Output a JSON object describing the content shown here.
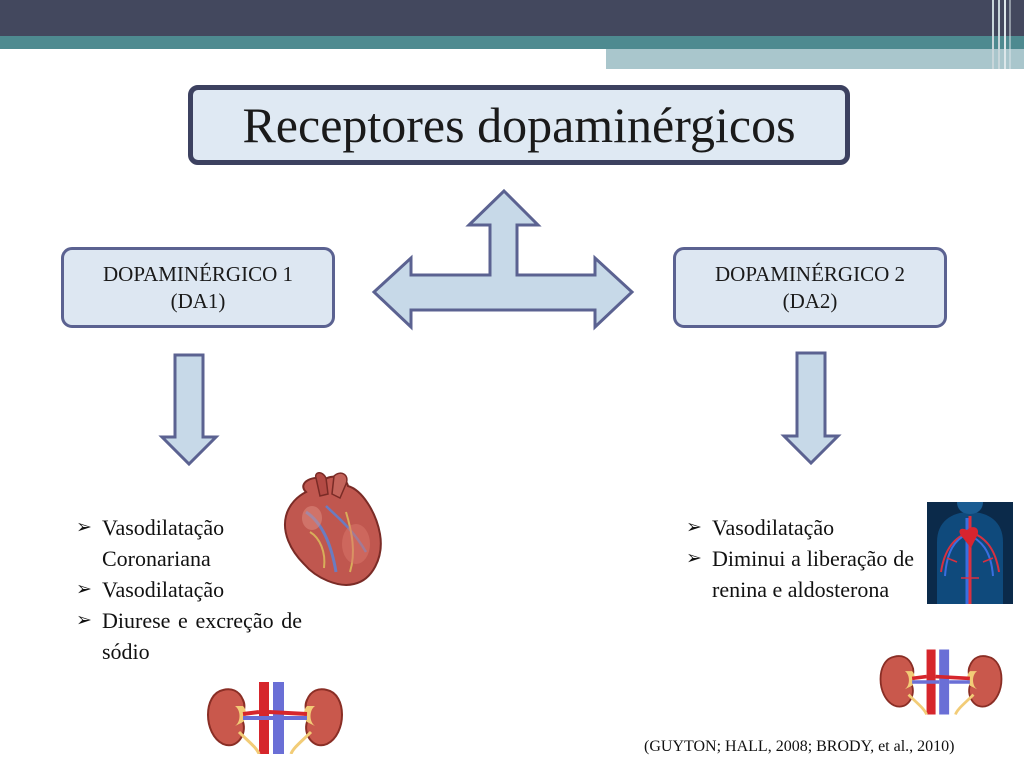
{
  "title": "Receptores dopaminérgicos",
  "receptor_1": {
    "name": "DOPAMINÉRGICO 1",
    "abbr": "(DA1)",
    "effects": [
      "Vasodilatação Coronariana",
      "Vasodilatação",
      "Diurese e excreção de sódio"
    ]
  },
  "receptor_2": {
    "name": "DOPAMINÉRGICO 2",
    "abbr": "(DA2)",
    "effects": [
      "Vasodilatação",
      "Diminui a liberação de renina e aldosterona"
    ]
  },
  "citation": "(GUYTON; HALL, 2008; BRODY, et al., 2010)",
  "colors": {
    "header_dark": "#43485e",
    "header_teal": "#4e8a90",
    "header_light": "#a9c6cc",
    "box_fill": "#dde7f2",
    "box_border": "#5b6291",
    "arrow_fill": "#c7d9e8",
    "arrow_stroke": "#5b6291"
  },
  "icons": {
    "bullet": "➢",
    "illustrations": [
      "heart-illustration",
      "kidneys-illustration",
      "circulatory-torso-illustration",
      "kidneys-illustration"
    ]
  }
}
